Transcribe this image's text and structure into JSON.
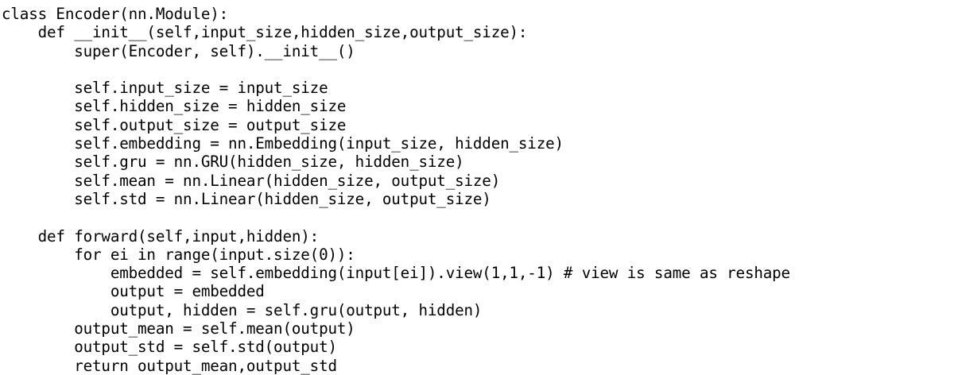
{
  "document": {
    "kind": "source-code-listing",
    "language": "python",
    "background_color": "#ffffff",
    "text_color": "#000000"
  },
  "code": {
    "lines": [
      "class Encoder(nn.Module):",
      "    def __init__(self,input_size,hidden_size,output_size):",
      "        super(Encoder, self).__init__()",
      "",
      "        self.input_size = input_size",
      "        self.hidden_size = hidden_size",
      "        self.output_size = output_size",
      "        self.embedding = nn.Embedding(input_size, hidden_size)",
      "        self.gru = nn.GRU(hidden_size, hidden_size)",
      "        self.mean = nn.Linear(hidden_size, output_size)",
      "        self.std = nn.Linear(hidden_size, output_size)",
      "",
      "    def forward(self,input,hidden):",
      "        for ei in range(input.size(0)):",
      "            embedded = self.embedding(input[ei]).view(1,1,-1) # view is same as reshape",
      "            output = embedded",
      "            output, hidden = self.gru(output, hidden)",
      "        output_mean = self.mean(output)",
      "        output_std = self.std(output)",
      "        return output_mean,output_std"
    ]
  }
}
